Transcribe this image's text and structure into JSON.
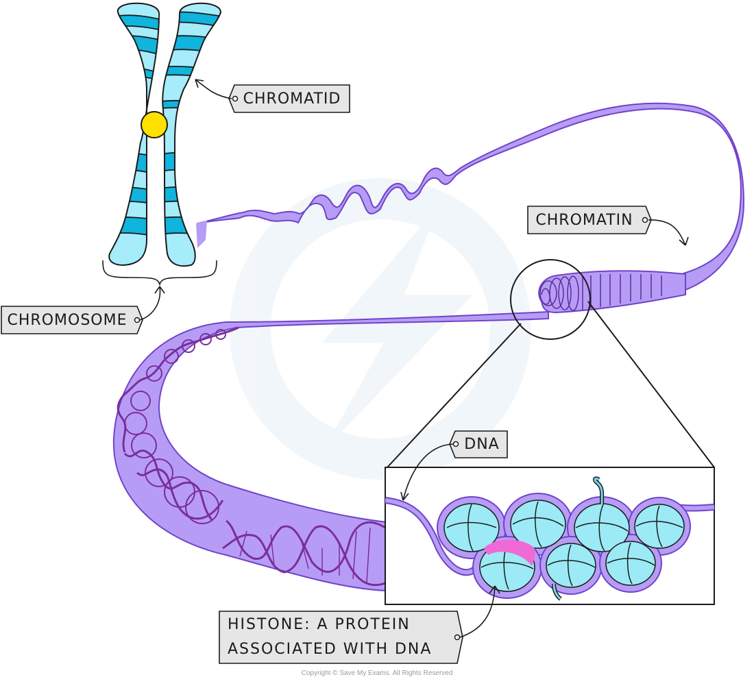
{
  "labels": {
    "chromatid": "CHROMATID",
    "chromatin": "CHROMATIN",
    "chromosome": "CHROMOSOME",
    "dna": "DNA",
    "histone": "HISTONE: A PROTEIN\nASSOCIATED WITH DNA"
  },
  "footer": {
    "copyright": "Copyright © Save My Exams. All Rights Reserved"
  },
  "colors": {
    "chromatid_light": "#a6ecfa",
    "chromatid_dark": "#10b4dc",
    "centromere": "#ffe100",
    "chromatin": "#b79cf5",
    "dna_strand": "#7a2e9a",
    "histone": "#9beaf6",
    "highlight": "#f06ad6",
    "label_box": "#e6e6e6"
  }
}
